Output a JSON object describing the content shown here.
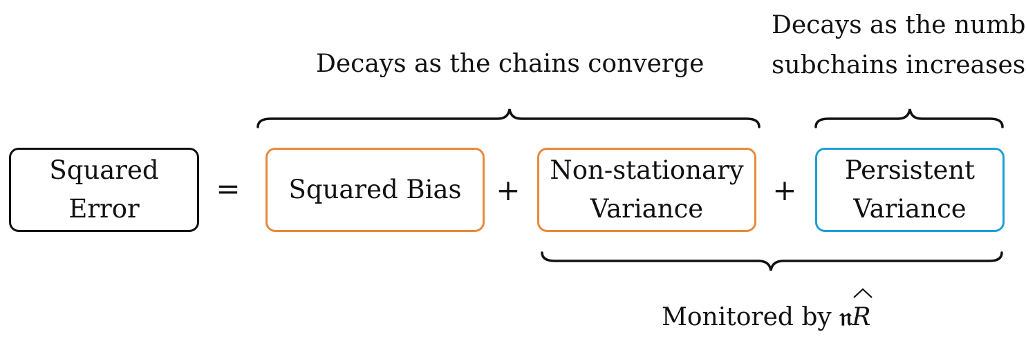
{
  "diagram": {
    "boxes": {
      "squared_error": [
        "Squared",
        "Error"
      ],
      "squared_bias": "Squared Bias",
      "nonstationary_variance": [
        "Non-stationary",
        "Variance"
      ],
      "persistent_variance": [
        "Persistent",
        "Variance"
      ]
    },
    "operators": {
      "equals": "=",
      "plus_1": "+",
      "plus_2": "+"
    },
    "annotations": {
      "chains_converge": "Decays as the chains converge",
      "subchains_line1": "Decays as the number of",
      "subchains_line2": "subchains increases",
      "monitored_prefix": "Monitored by",
      "monitored_symbol_n": "𝔫",
      "monitored_symbol_r": "R"
    },
    "colors": {
      "default_border": "#111111",
      "bias_border": "#e8883a",
      "persistent_border": "#1c9fd6"
    }
  }
}
